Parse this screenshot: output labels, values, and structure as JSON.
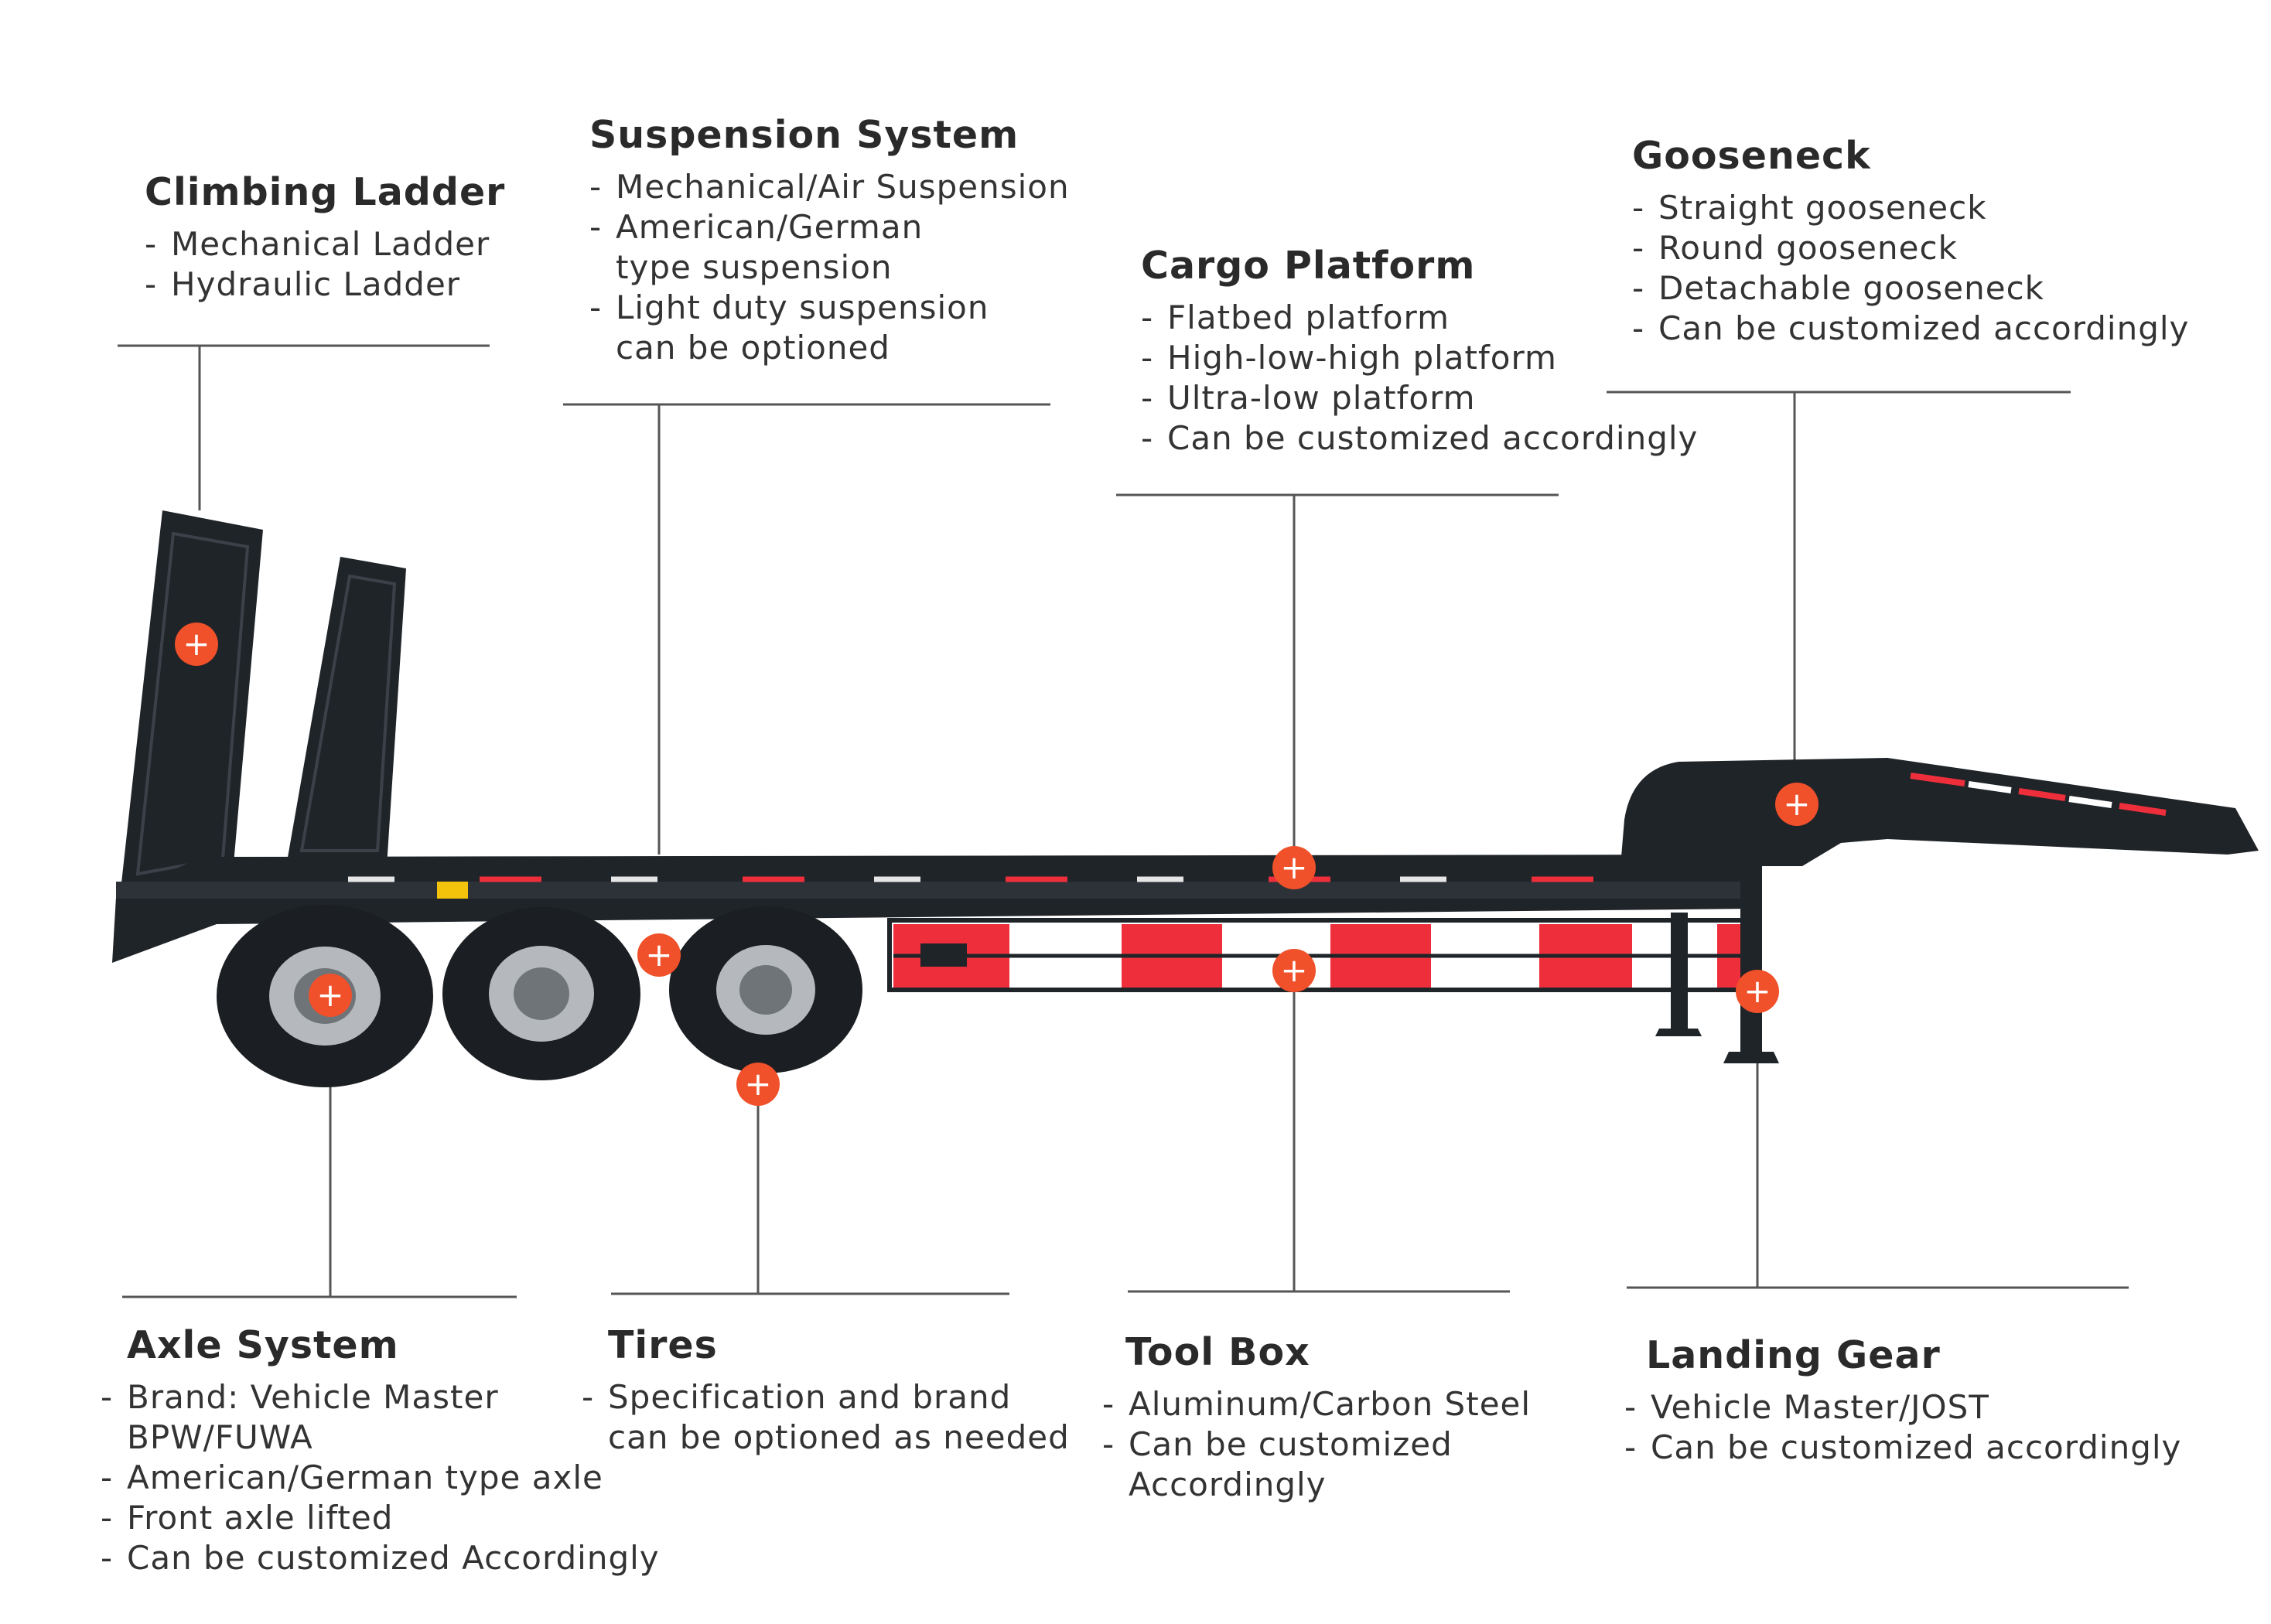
{
  "colors": {
    "trailer_body": "#1f2429",
    "accent_red": "#ee2f3b",
    "marker_orange": "#f0502a",
    "reflective_white": "#ffffff",
    "leader_line": "#555555",
    "text": "#333333"
  },
  "sections": {
    "climbing_ladder": {
      "title": "Climbing Ladder",
      "items": [
        "Mechanical Ladder",
        "Hydraulic Ladder"
      ]
    },
    "suspension_system": {
      "title": "Suspension System",
      "items": [
        "Mechanical/Air Suspension",
        "American/German",
        "type suspension",
        "Light duty suspension",
        "can be optioned"
      ]
    },
    "cargo_platform": {
      "title": "Cargo Platform",
      "items": [
        "Flatbed platform",
        "High-low-high platform",
        "Ultra-low platform",
        "Can be customized accordingly"
      ]
    },
    "gooseneck": {
      "title": "Gooseneck",
      "items": [
        "Straight gooseneck",
        "Round gooseneck",
        "Detachable gooseneck",
        "Can be customized accordingly"
      ]
    },
    "axle_system": {
      "title": "Axle System",
      "items": [
        "Brand: Vehicle Master",
        "BPW/FUWA",
        "American/German type axle",
        "Front axle lifted",
        "Can be customized Accordingly"
      ]
    },
    "tires": {
      "title": "Tires",
      "items": [
        "Specification and brand",
        "can be optioned as needed"
      ]
    },
    "tool_box": {
      "title": "Tool Box",
      "items": [
        "Aluminum/Carbon Steel",
        "Can be customized",
        "Accordingly"
      ]
    },
    "landing_gear": {
      "title": "Landing Gear",
      "items": [
        "Vehicle Master/JOST",
        "Can be customized accordingly"
      ]
    }
  },
  "markers": {
    "symbol": "+",
    "callouts": [
      "climbing_ladder",
      "suspension_system",
      "cargo_platform",
      "gooseneck",
      "axle_system",
      "tires",
      "tool_box",
      "landing_gear"
    ]
  }
}
